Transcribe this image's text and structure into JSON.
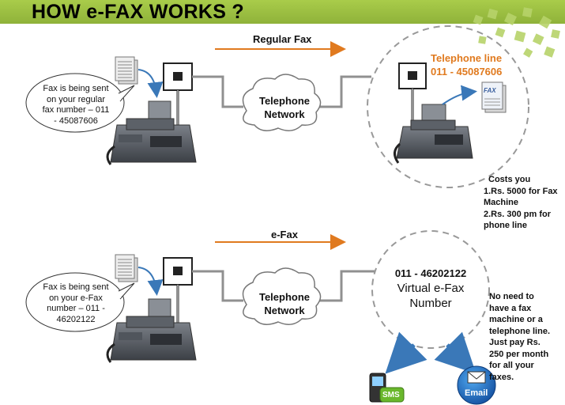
{
  "title": "HOW e-FAX WORKS ?",
  "colors": {
    "title_bar": "#9bbf40",
    "arrow": "#e07a1f",
    "cable": "#909090",
    "accent_orange": "#e07a1f"
  },
  "regular": {
    "arrow_label": "Regular Fax",
    "bubble": [
      "Fax is being sent",
      "on your regular",
      "fax number – 011",
      "- 45087606"
    ],
    "cloud": [
      "Telephone",
      "Network"
    ],
    "phone_line": [
      "Telephone line",
      "011 - 45087606"
    ],
    "fax_doc_label": "FAX",
    "costs": [
      "Costs you",
      "1.Rs. 5000 for Fax",
      "Machine",
      "2.Rs. 300 pm for",
      "phone line"
    ]
  },
  "efax": {
    "arrow_label": "e-Fax",
    "bubble": [
      "Fax is being sent",
      "on your e-Fax",
      "number – 011 -",
      "46202122"
    ],
    "cloud": [
      "Telephone",
      "Network"
    ],
    "virtual_number": "011 - 46202122",
    "virtual_label": [
      "Virtual e-Fax",
      "Number"
    ],
    "note": [
      "No need to",
      "have a fax",
      "machine or a",
      "telephone line.",
      "Just pay Rs.",
      "250 per month",
      "for all your",
      "faxes."
    ],
    "sms_label": "SMS",
    "email_label": "Email"
  }
}
